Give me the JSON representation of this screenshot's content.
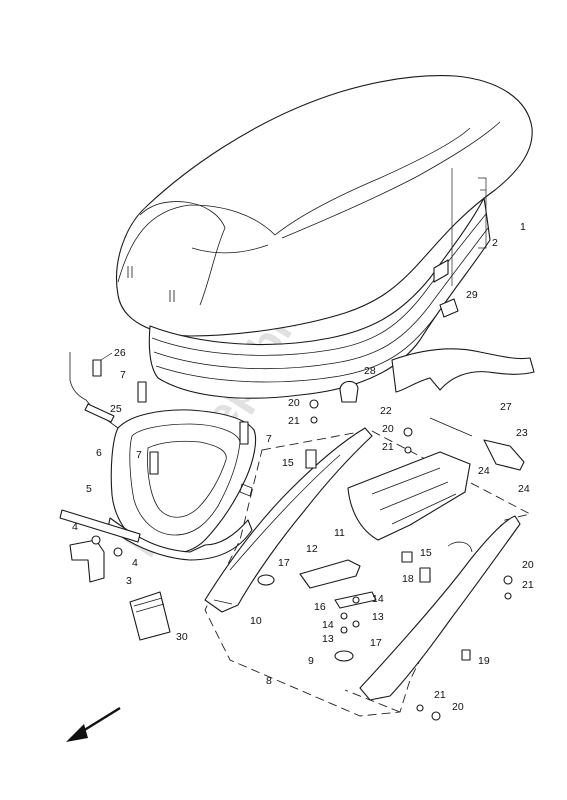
{
  "watermark": "PartsRepublik",
  "callouts": [
    {
      "id": "c1",
      "text": "1"
    },
    {
      "id": "c2",
      "text": "2"
    },
    {
      "id": "c3",
      "text": "3"
    },
    {
      "id": "c4a",
      "text": "4"
    },
    {
      "id": "c4b",
      "text": "4"
    },
    {
      "id": "c5",
      "text": "5"
    },
    {
      "id": "c6",
      "text": "6"
    },
    {
      "id": "c7a",
      "text": "7"
    },
    {
      "id": "c7b",
      "text": "7"
    },
    {
      "id": "c7c",
      "text": "7"
    },
    {
      "id": "c8",
      "text": "8"
    },
    {
      "id": "c9",
      "text": "9"
    },
    {
      "id": "c10",
      "text": "10"
    },
    {
      "id": "c11",
      "text": "11"
    },
    {
      "id": "c12",
      "text": "12"
    },
    {
      "id": "c13a",
      "text": "13"
    },
    {
      "id": "c13b",
      "text": "13"
    },
    {
      "id": "c14a",
      "text": "14"
    },
    {
      "id": "c14b",
      "text": "14"
    },
    {
      "id": "c15a",
      "text": "15"
    },
    {
      "id": "c15b",
      "text": "15"
    },
    {
      "id": "c16",
      "text": "16"
    },
    {
      "id": "c17a",
      "text": "17"
    },
    {
      "id": "c17b",
      "text": "17"
    },
    {
      "id": "c18",
      "text": "18"
    },
    {
      "id": "c19",
      "text": "19"
    },
    {
      "id": "c20a",
      "text": "20"
    },
    {
      "id": "c20b",
      "text": "20"
    },
    {
      "id": "c20c",
      "text": "20"
    },
    {
      "id": "c20d",
      "text": "20"
    },
    {
      "id": "c21a",
      "text": "21"
    },
    {
      "id": "c21b",
      "text": "21"
    },
    {
      "id": "c21c",
      "text": "21"
    },
    {
      "id": "c21d",
      "text": "21"
    },
    {
      "id": "c22",
      "text": "22"
    },
    {
      "id": "c23",
      "text": "23"
    },
    {
      "id": "c24a",
      "text": "24"
    },
    {
      "id": "c24b",
      "text": "24"
    },
    {
      "id": "c25",
      "text": "25"
    },
    {
      "id": "c26",
      "text": "26"
    },
    {
      "id": "c27",
      "text": "27"
    },
    {
      "id": "c28",
      "text": "28"
    },
    {
      "id": "c29",
      "text": "29"
    },
    {
      "id": "c30",
      "text": "30"
    }
  ]
}
